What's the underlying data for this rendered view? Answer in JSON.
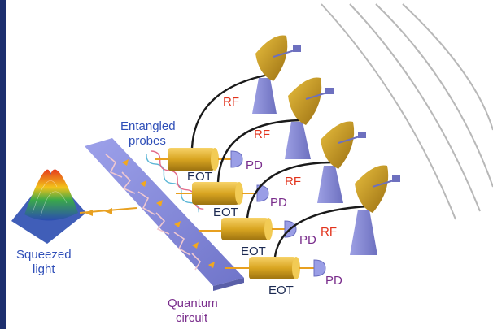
{
  "labels": {
    "entangled_line1": "Entangled",
    "entangled_line2": "probes",
    "squeezed_line1": "Squeezed",
    "squeezed_line2": "light",
    "quantum_line1": "Quantum",
    "quantum_line2": "circuit",
    "rf": "RF",
    "pd": "PD",
    "eot": "EOT"
  },
  "colors": {
    "text_blue": "#2f4fb8",
    "text_red": "#e2331c",
    "text_purple": "#7a2d8c",
    "chip": "#8a8fe0",
    "eot_gold": "#d9a521",
    "dish_gold": "#c7961e",
    "stand": "#8c8fd6",
    "cable": "#1a1a1a",
    "waves": "#b8b8b8"
  },
  "icons": [
    "satellite-dish-icon",
    "photodetector-icon",
    "eot-cylinder-icon",
    "squeezed-light-surface-icon",
    "quantum-chip-icon"
  ]
}
